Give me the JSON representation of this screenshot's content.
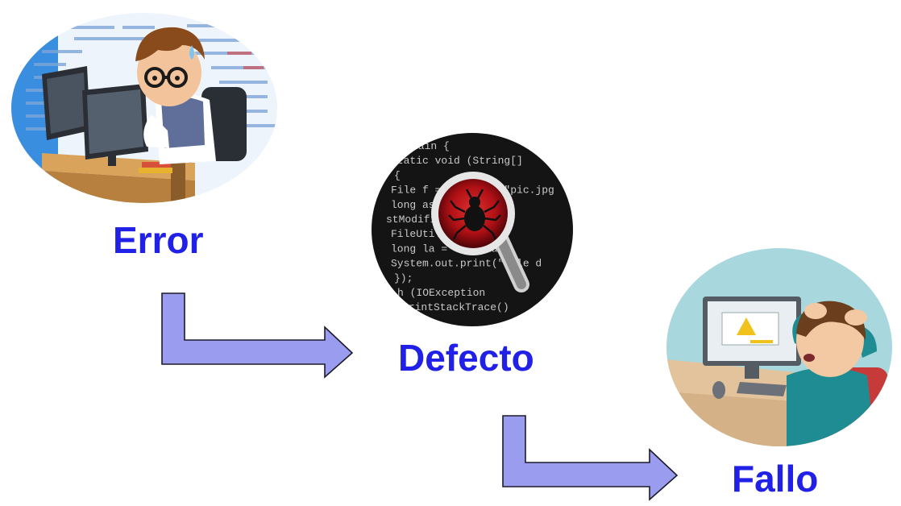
{
  "diagram": {
    "nodes": [
      {
        "id": "error",
        "label": "Error",
        "illustration": "programmer-at-computer-icon"
      },
      {
        "id": "defecto",
        "label": "Defecto",
        "illustration": "bug-magnifier-on-code-icon"
      },
      {
        "id": "fallo",
        "label": "Fallo",
        "illustration": "frustrated-user-at-monitor-icon"
      }
    ],
    "edges": [
      {
        "from": "error",
        "to": "defecto",
        "style": "elbow-arrow"
      },
      {
        "from": "defecto",
        "to": "fallo",
        "style": "elbow-arrow"
      }
    ]
  },
  "code_snippet": {
    "lines": [
      "main {",
      "static void (String[]",
      "{",
      "File f = new File(\"pic.jpg",
      "long  as   file.las",
      "stModified();",
      "FileUtils.touch(f);",
      "long la  = file.las",
      "System.out.print(\"File d",
      "});",
      "h (IOException",
      "printStackTrace()"
    ]
  },
  "colors": {
    "label_text": "#2020e6",
    "arrow_fill": "#9a9cf0",
    "arrow_stroke": "#1c1c28",
    "code_bg": "#141414",
    "code_text": "#c9c9c9",
    "lens_red": "#b01015",
    "bug": "#111111"
  }
}
